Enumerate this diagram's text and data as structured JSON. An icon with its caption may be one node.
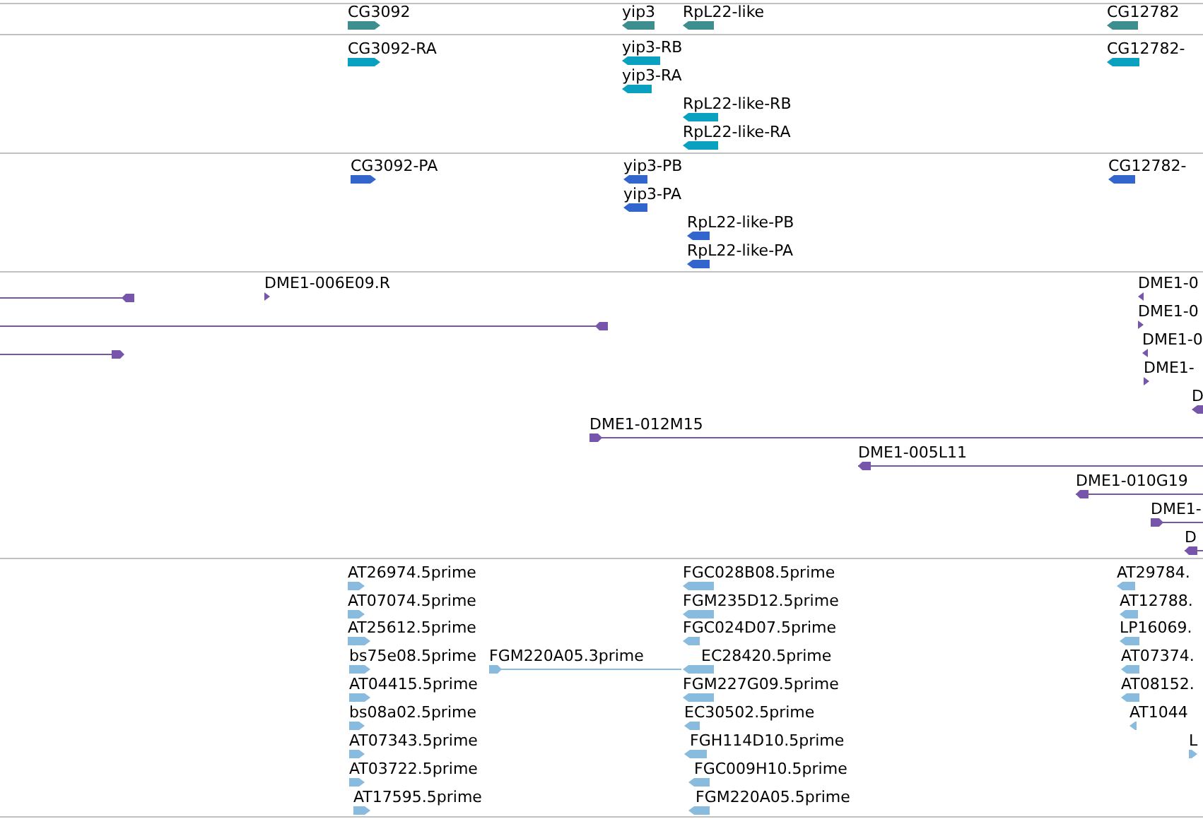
{
  "diagram": {
    "labels": [
      "CG3092",
      "yip3",
      "RpL22-like",
      "CG12782",
      "CG3092-RA",
      "yip3-RB",
      "CG12782-",
      "yip3-RA",
      "RpL22-like-RB",
      "RpL22-like-RA",
      "CG3092-PA",
      "yip3-PB",
      "CG12782-",
      "yip3-PA",
      "RpL22-like-PB",
      "RpL22-like-PA",
      "DME1-006E09.R",
      "DME1-0",
      "DME1-0",
      "DME1-0",
      "DME1-",
      "D",
      "DME1-012M15",
      "DME1-005L11",
      "DME1-010G19",
      "DME1-",
      "D",
      "AT26974.5prime",
      "FGC028B08.5prime",
      "AT29784.",
      "AT07074.5prime",
      "FGM235D12.5prime",
      "AT12788.",
      "AT25612.5prime",
      "FGC024D07.5prime",
      "LP16069.",
      "bs75e08.5prime",
      "FGM220A05.3prime",
      "EC28420.5prime",
      "AT07374.",
      "AT04415.5prime",
      "FGM227G09.5prime",
      "AT08152.",
      "bs08a02.5prime",
      "EC30502.5prime",
      "AT1044",
      "AT07343.5prime",
      "FGH114D10.5prime",
      "L",
      "AT03722.5prime",
      "FGC009H10.5prime",
      "AT17595.5prime",
      "FGM220A05.5prime"
    ]
  }
}
